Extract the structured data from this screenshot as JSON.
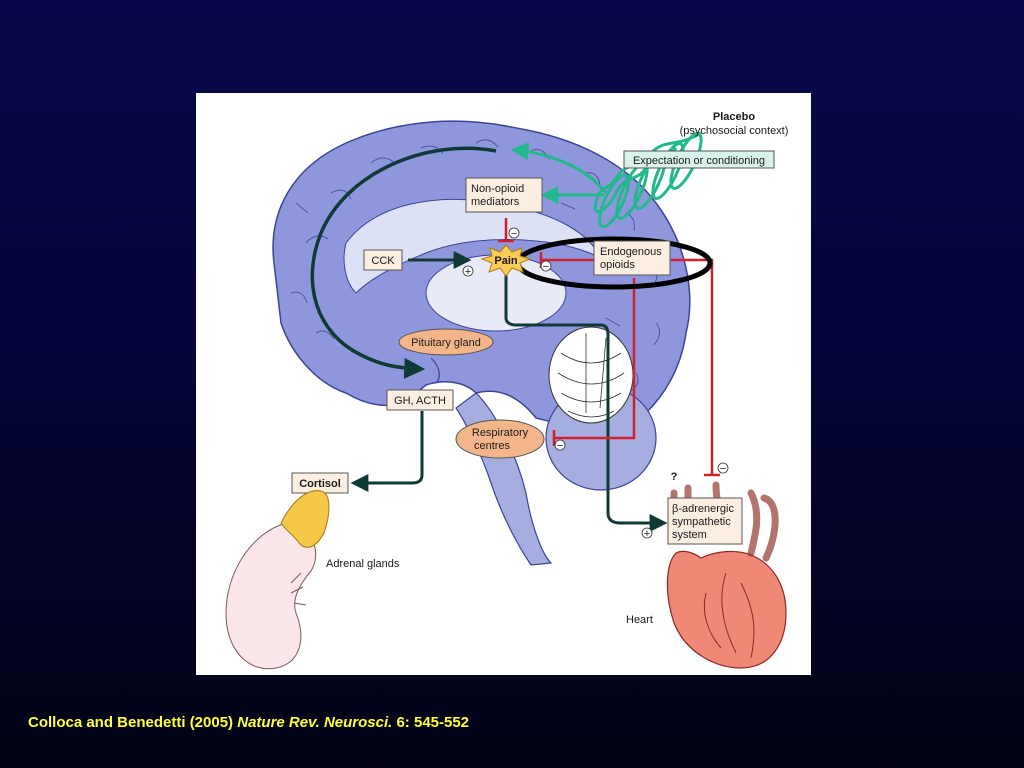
{
  "diagram": {
    "placebo_title": "Placebo",
    "placebo_subtitle": "(psychosocial context)",
    "expectation_box": "Expectation or conditioning",
    "non_opioid_line1": "Non-opioid",
    "non_opioid_line2": "mediators",
    "pain_label": "Pain",
    "endogenous_line1": "Endogenous",
    "endogenous_line2": "opioids",
    "cck_label": "CCK",
    "pituitary_label": "Pituitary gland",
    "gh_acth_label": "GH, ACTH",
    "respiratory_line1": "Respiratory",
    "respiratory_line2": "centres",
    "cortisol_label": "Cortisol",
    "adrenal_label": "Adrenal glands",
    "beta_line1": "β-adrenergic",
    "beta_line2": "sympathetic",
    "beta_line3": "system",
    "heart_label": "Heart",
    "question_mark": "?",
    "plus_sign": "+",
    "minus_sign": "−"
  },
  "citation": {
    "authors": "Colloca and Benedetti (2005)",
    "journal": "Nature Rev. Neurosci.",
    "volume_pages": "6: 545-552"
  },
  "colors": {
    "background_top": "#08084a",
    "background_bottom": "#020214",
    "citation_text": "#ffff3c",
    "brain_fill": "#8f97dc",
    "inhibition_red": "#d0202a",
    "pathway_dark": "#0f3a36",
    "placebo_green": "#22b88c"
  }
}
